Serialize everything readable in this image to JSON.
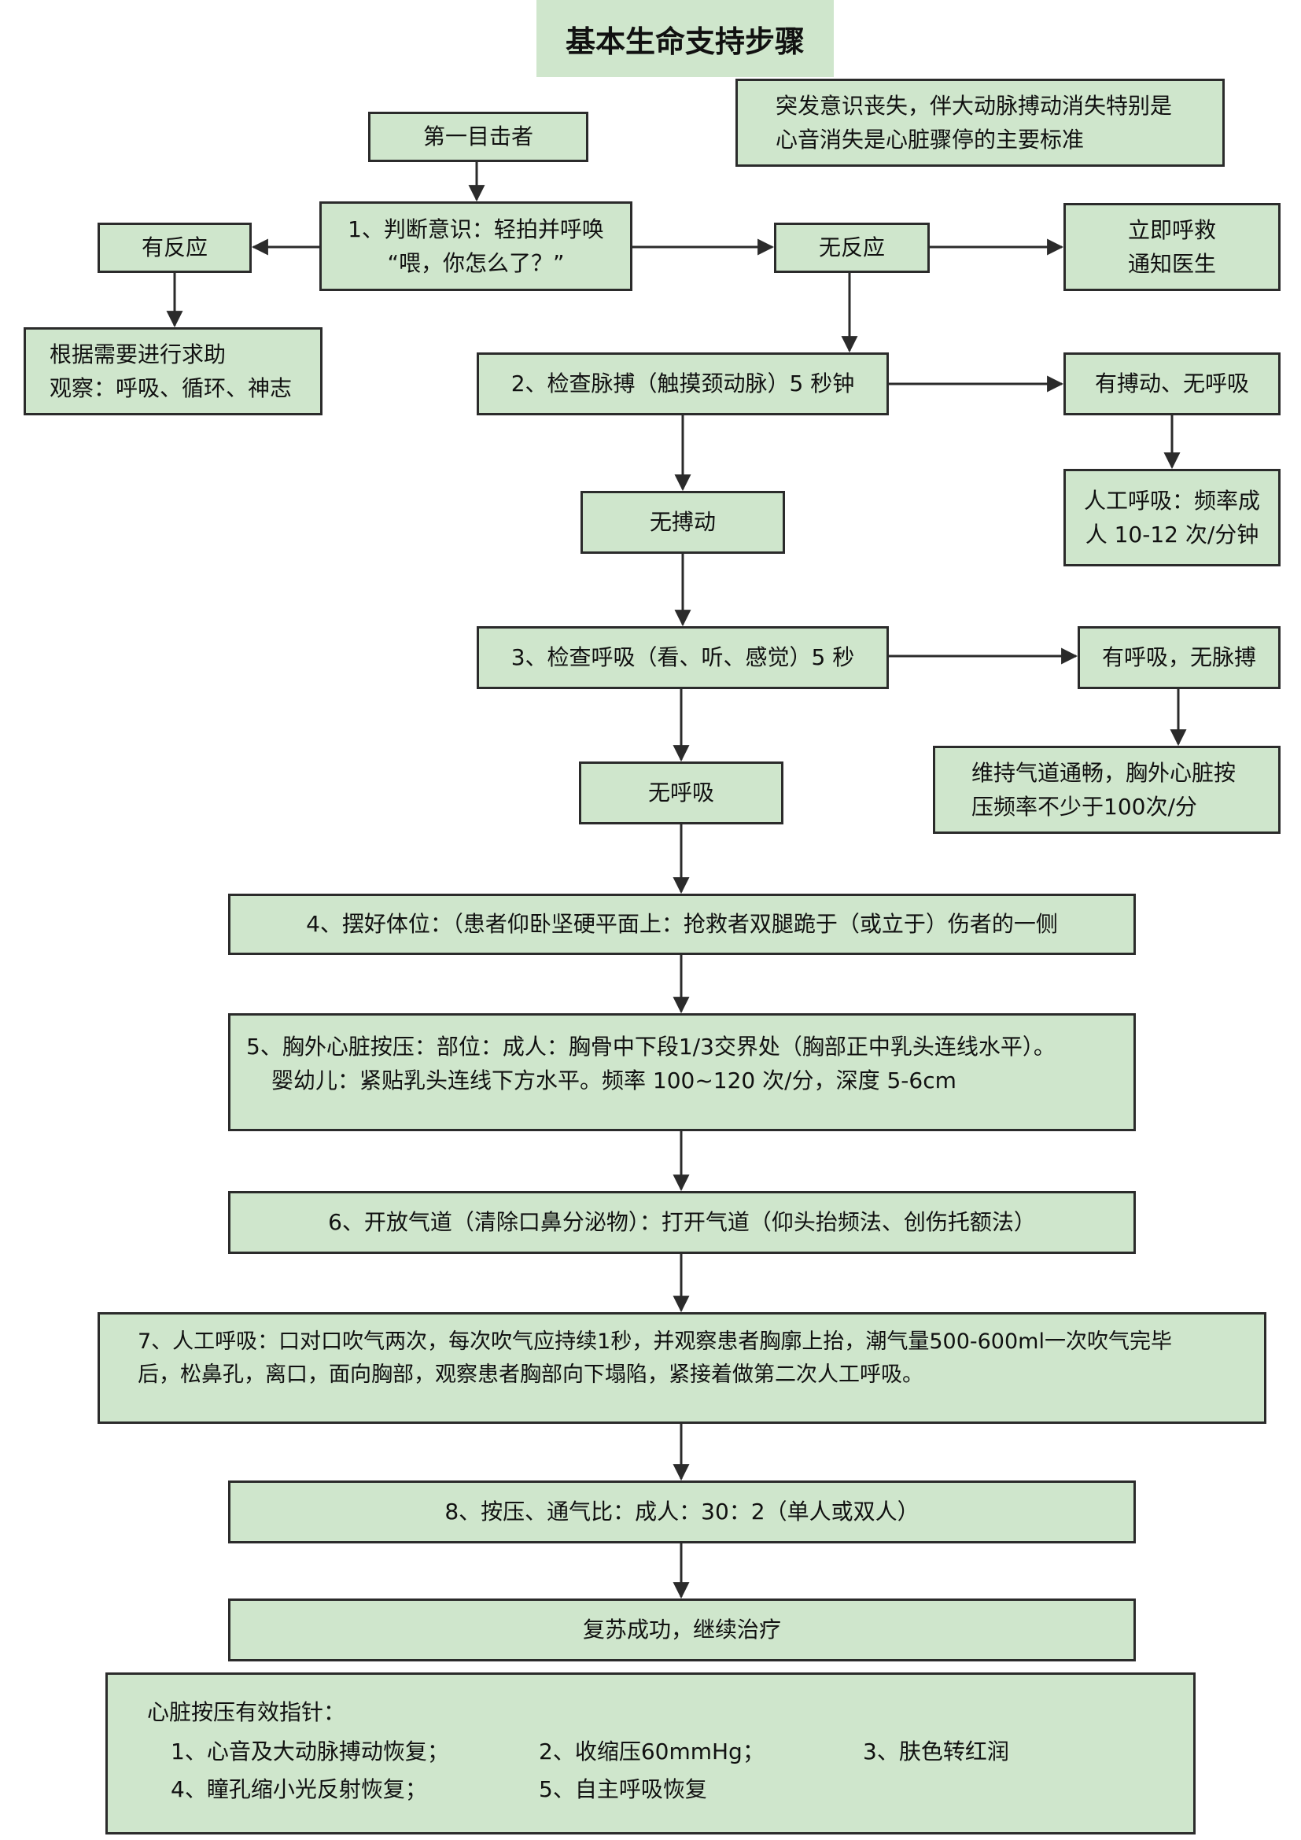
{
  "title": "基本生命支持步骤",
  "note": {
    "line1": "突发意识丧失，伴大动脉搏动消失特别是",
    "line2": "心音消失是心脏骤停的主要标准"
  },
  "nodes": {
    "witness": "第一目击者",
    "judge_line1": "1、判断意识：轻拍并呼唤",
    "judge_line2": "“喂，你怎么了？”",
    "responsive": "有反应",
    "help_line1": "根据需要进行求助",
    "help_line2": "观察：呼吸、循环、神志",
    "unresponsive": "无反应",
    "call_line1": "立即呼救",
    "call_line2": "通知医生",
    "check_pulse": "2、检查脉搏（触摸颈动脉）5 秒钟",
    "pulse_no_breath": "有搏动、无呼吸",
    "rescue_breath_line1": "人工呼吸：频率成",
    "rescue_breath_line2": "人 10-12 次/分钟",
    "no_pulse": "无搏动",
    "check_breath": "3、检查呼吸（看、听、感觉）5 秒",
    "breath_no_pulse": "有呼吸，无脉搏",
    "maintain_line1": "维持气道通畅，胸外心脏按",
    "maintain_line2": "压频率不少于100次/分",
    "no_breath": "无呼吸",
    "step4": "4、摆好体位：（患者仰卧坚硬平面上：抢救者双腿跪于（或立于）伤者的一侧",
    "step5_line1": "5、胸外心脏按压：部位：成人：胸骨中下段1/3交界处（胸部正中乳头连线水平）。",
    "step5_line2": "婴幼儿：紧贴乳头连线下方水平。频率 100~120 次/分，深度 5-6cm",
    "step6": "6、开放气道（清除口鼻分泌物）：打开气道（仰头抬频法、创伤托额法）",
    "step7_line1": "7、人工呼吸：口对口吹气两次，每次吹气应持续1秒，并观察患者胸廓上抬，潮气量500-600ml一次吹气完毕",
    "step7_line2": "后，松鼻孔，离口，面向胸部，观察患者胸部向下塌陷，紧接着做第二次人工呼吸。",
    "step8": "8、按压、通气比：成人：30：2（单人或双人）",
    "success": "复苏成功，继续治疗"
  },
  "indicators": {
    "heading": "心脏按压有效指针：",
    "items": [
      "1、心音及大动脉搏动恢复；",
      "2、收缩压60mmHg；",
      "3、肤色转红润",
      "4、瞳孔缩小光反射恢复；",
      "5、自主呼吸恢复"
    ]
  },
  "colors": {
    "box_fill": "#cfe6cc",
    "border": "#2b2b2b"
  }
}
